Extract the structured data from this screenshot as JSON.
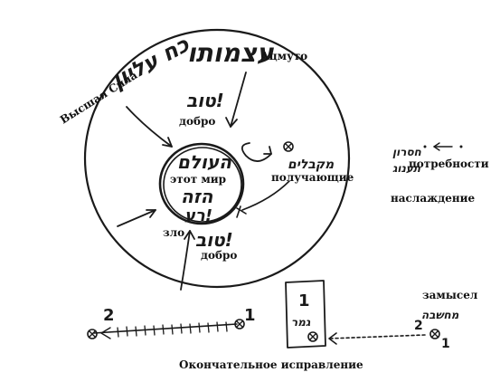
{
  "labels": {
    "atzmuto": "Ацмуто",
    "high_force": "Высшая Сила",
    "good_top": "добро",
    "this_world": "этот мир",
    "receivers": "получающие",
    "evil": "зло",
    "good_bottom": "добро",
    "needs": "потребности",
    "pleasure": "наслаждение",
    "intention": "замысел",
    "final_correction": "Окончательное исправление"
  },
  "hebrew": {
    "atzmuto": "עצמותו",
    "koach_elyon": "כח עליון",
    "tov_top": "טוב!",
    "ha_olam": "העולם",
    "ha_ze": "הזה",
    "ra": "רע!",
    "tov_bottom": "טוב!",
    "mekablim": "מקבלים",
    "chisaron": "חסרון",
    "taanug": "תענוג",
    "machshava": "מחשבה",
    "gmar": "גמר"
  },
  "numbers": {
    "line_left": "2",
    "line_right": "1",
    "box_top": "1",
    "right_2": "2",
    "right_1": "1"
  }
}
